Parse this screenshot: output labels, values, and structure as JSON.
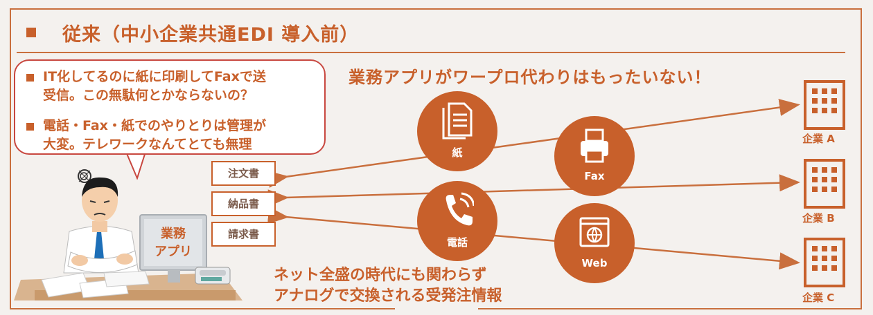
{
  "title": "従来（中小企業共通EDI 導入前）",
  "bubble": {
    "bullets": [
      {
        "line1": "IT化してるのに紙に印刷してFaxで送",
        "line2": "受信。この無駄何とかならないの？"
      },
      {
        "line1": "電話・Fax・紙でのやりとりは管理が",
        "line2": "大変。テレワークなんてとても無理"
      }
    ]
  },
  "headline": "業務アプリがワープロ代わりはもったいない！",
  "documents": [
    "注文書",
    "納品書",
    "請求書"
  ],
  "computer_label": {
    "line1": "業務",
    "line2": "アプリ"
  },
  "channels": [
    {
      "label": "紙",
      "icon": "document-icon"
    },
    {
      "label": "Fax",
      "icon": "fax-icon"
    },
    {
      "label": "電話",
      "icon": "phone-icon"
    },
    {
      "label": "Web",
      "icon": "web-icon"
    }
  ],
  "bottom_text": {
    "line1": "ネット全盛の時代にも関わらず",
    "line2": "アナログで交換される受発注情報"
  },
  "companies": [
    "企業 A",
    "企業 B",
    "企業 C"
  ],
  "colors": {
    "accent": "#c8602b",
    "line": "#c96f3d",
    "bubble_border": "#c8473f",
    "background": "#f4f1ee"
  }
}
